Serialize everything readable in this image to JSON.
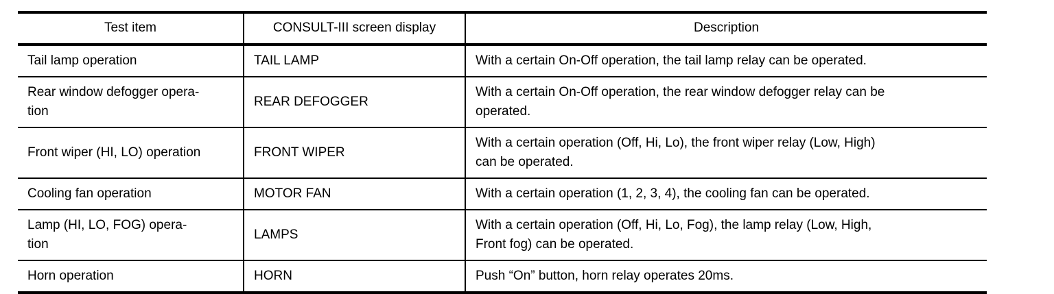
{
  "table": {
    "columns": [
      {
        "key": "test_item",
        "header": "Test item"
      },
      {
        "key": "screen_display",
        "header": "CONSULT-III screen display"
      },
      {
        "key": "description",
        "header": "Description"
      }
    ],
    "rows": [
      {
        "test_item_line1": "Tail lamp operation",
        "test_item_line2": "",
        "screen_display": "TAIL LAMP",
        "description_line1": "With a certain On-Off operation, the tail lamp relay can be operated.",
        "description_line2": ""
      },
      {
        "test_item_line1": "Rear window defogger opera-",
        "test_item_line2": "tion",
        "screen_display": "REAR DEFOGGER",
        "description_line1": "With a certain On-Off operation, the rear window defogger relay can be",
        "description_line2": "operated."
      },
      {
        "test_item_line1": "Front wiper (HI, LO) operation",
        "test_item_line2": "",
        "screen_display": "FRONT WIPER",
        "description_line1": "With a certain operation (Off, Hi, Lo), the front wiper relay (Low, High)",
        "description_line2": "can be operated."
      },
      {
        "test_item_line1": "Cooling fan operation",
        "test_item_line2": "",
        "screen_display": "MOTOR FAN",
        "description_line1": "With a certain operation (1, 2, 3, 4), the cooling fan can be operated.",
        "description_line2": ""
      },
      {
        "test_item_line1": "Lamp (HI, LO, FOG) opera-",
        "test_item_line2": "tion",
        "screen_display": "LAMPS",
        "description_line1": "With a certain operation (Off, Hi, Lo, Fog), the lamp relay (Low, High,",
        "description_line2": "Front fog) can be operated."
      },
      {
        "test_item_line1": "Horn operation",
        "test_item_line2": "",
        "screen_display": "HORN",
        "description_line1": "Push “On” button, horn relay operates 20ms.",
        "description_line2": ""
      }
    ]
  },
  "style": {
    "rule_color": "#000000",
    "text_color": "#000000",
    "background": "#ffffff"
  }
}
